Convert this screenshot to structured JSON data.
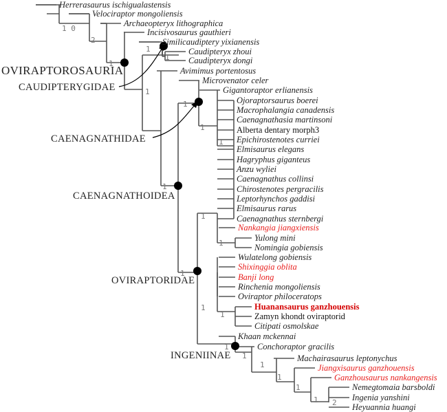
{
  "figure": {
    "title": "Oviraptorosaur phylogeny",
    "taxa": [
      {
        "name": "Herrerasaurus ischigualastensis",
        "style": "italic"
      },
      {
        "name": "Velociraptor mongoliensis",
        "style": "italic"
      },
      {
        "name": "Archaeopteryx lithographica",
        "style": "italic"
      },
      {
        "name": "Incisivosaurus gauthieri",
        "style": "italic"
      },
      {
        "name": "Similicaudiptery yixianensis",
        "style": "italic"
      },
      {
        "name": "Caudipteryx zhoui",
        "style": "italic"
      },
      {
        "name": "Caudipteryx dongi",
        "style": "italic"
      },
      {
        "name": "Avimimus portentosus",
        "style": "italic"
      },
      {
        "name": "Microvenator celer",
        "style": "italic"
      },
      {
        "name": "Gigantoraptor erlianensis",
        "style": "italic"
      },
      {
        "name": "Ojoraptorsaurus boerei",
        "style": "italic"
      },
      {
        "name": "Macrophalangia canadensis",
        "style": "italic"
      },
      {
        "name": "Caenagnathasia martinsoni",
        "style": "italic"
      },
      {
        "name": "Alberta dentary morph3",
        "style": "upright"
      },
      {
        "name": "Epichirostenotes curriei",
        "style": "italic"
      },
      {
        "name": "Elmisaurus elegans",
        "style": "italic"
      },
      {
        "name": "Hagryphus giganteus",
        "style": "italic"
      },
      {
        "name": "Anzu wyliei",
        "style": "italic"
      },
      {
        "name": "Caenagnathus collinsi",
        "style": "italic"
      },
      {
        "name": "Chirostenotes pergracilis",
        "style": "italic"
      },
      {
        "name": "Leptorhynchos gaddisi",
        "style": "italic"
      },
      {
        "name": "Elmisaurus rarus",
        "style": "italic"
      },
      {
        "name": "Caenagnathus sternbergi",
        "style": "italic"
      },
      {
        "name": "Nankangia jiangxiensis",
        "style": "red"
      },
      {
        "name": "Yulong mini",
        "style": "italic"
      },
      {
        "name": "Nomingia gobiensis",
        "style": "italic"
      },
      {
        "name": "Wulatelong gobiensis",
        "style": "italic"
      },
      {
        "name": "Shixinggia oblita",
        "style": "red"
      },
      {
        "name": "Banji long",
        "style": "red"
      },
      {
        "name": "Rinchenia mongoliensis",
        "style": "italic"
      },
      {
        "name": "Oviraptor philoceratops",
        "style": "italic"
      },
      {
        "name": "Huanansaurus ganzhouensis",
        "style": "bold"
      },
      {
        "name": "Zamyn khondt oviraptorid",
        "style": "upright"
      },
      {
        "name": "Citipati osmolskae",
        "style": "italic"
      },
      {
        "name": "Khaan mckennai",
        "style": "italic"
      },
      {
        "name": "Conchoraptor gracilis",
        "style": "italic"
      },
      {
        "name": "Machairasaurus leptonychus",
        "style": "italic"
      },
      {
        "name": "Jiangxisaurus ganzhouensis",
        "style": "red"
      },
      {
        "name": "Ganzhousaurus nankangensis",
        "style": "red"
      },
      {
        "name": "Nemegtomaia barsboldi",
        "style": "italic"
      },
      {
        "name": "Ingenia yanshini",
        "style": "italic"
      },
      {
        "name": "Heyuannia huangi",
        "style": "italic"
      }
    ],
    "clades": {
      "oviraptorosauria": "OVIRAPTOROSAURIA",
      "caudipterygidae": "CAUDIPTERYGIDAE",
      "caenagnathidae": "CAENAGNATHIDAE",
      "caenagnathoidea": "CAENAGNATHOIDEA",
      "oviraptoridae": "OVIRAPTORIDAE",
      "ingeniinae": "INGENIINAE"
    },
    "support_values": {
      "root": "1 0",
      "velociraptor_node": "2",
      "archaeopteryx_node": "1",
      "caudipterygidae": "1",
      "caudipteryx_pair": "1",
      "oviraptorosaur_inner": "1",
      "caenagnathidae": "1",
      "caenagnathid_inner": "1",
      "caenagnathid_polytomy": "1",
      "caenagnathoidea": "1",
      "nankangia_clade": "1",
      "yulong_nomingia": "1",
      "oviraptoridae": "1",
      "huanansaurus_clade": "1",
      "ingeniinae": "1",
      "ingeniinae_inner": "1",
      "conchoraptor_node": "1",
      "machairasaurus_node": "1",
      "jiangxisaurus_node": "1",
      "ganzhousaurus_node": "1",
      "nemegtomaia_node": "2"
    },
    "colors": {
      "branch": "#555555",
      "highlight_red": "#e8201e",
      "new_taxon_red": "#d40000",
      "node_marker": "#000000"
    }
  }
}
